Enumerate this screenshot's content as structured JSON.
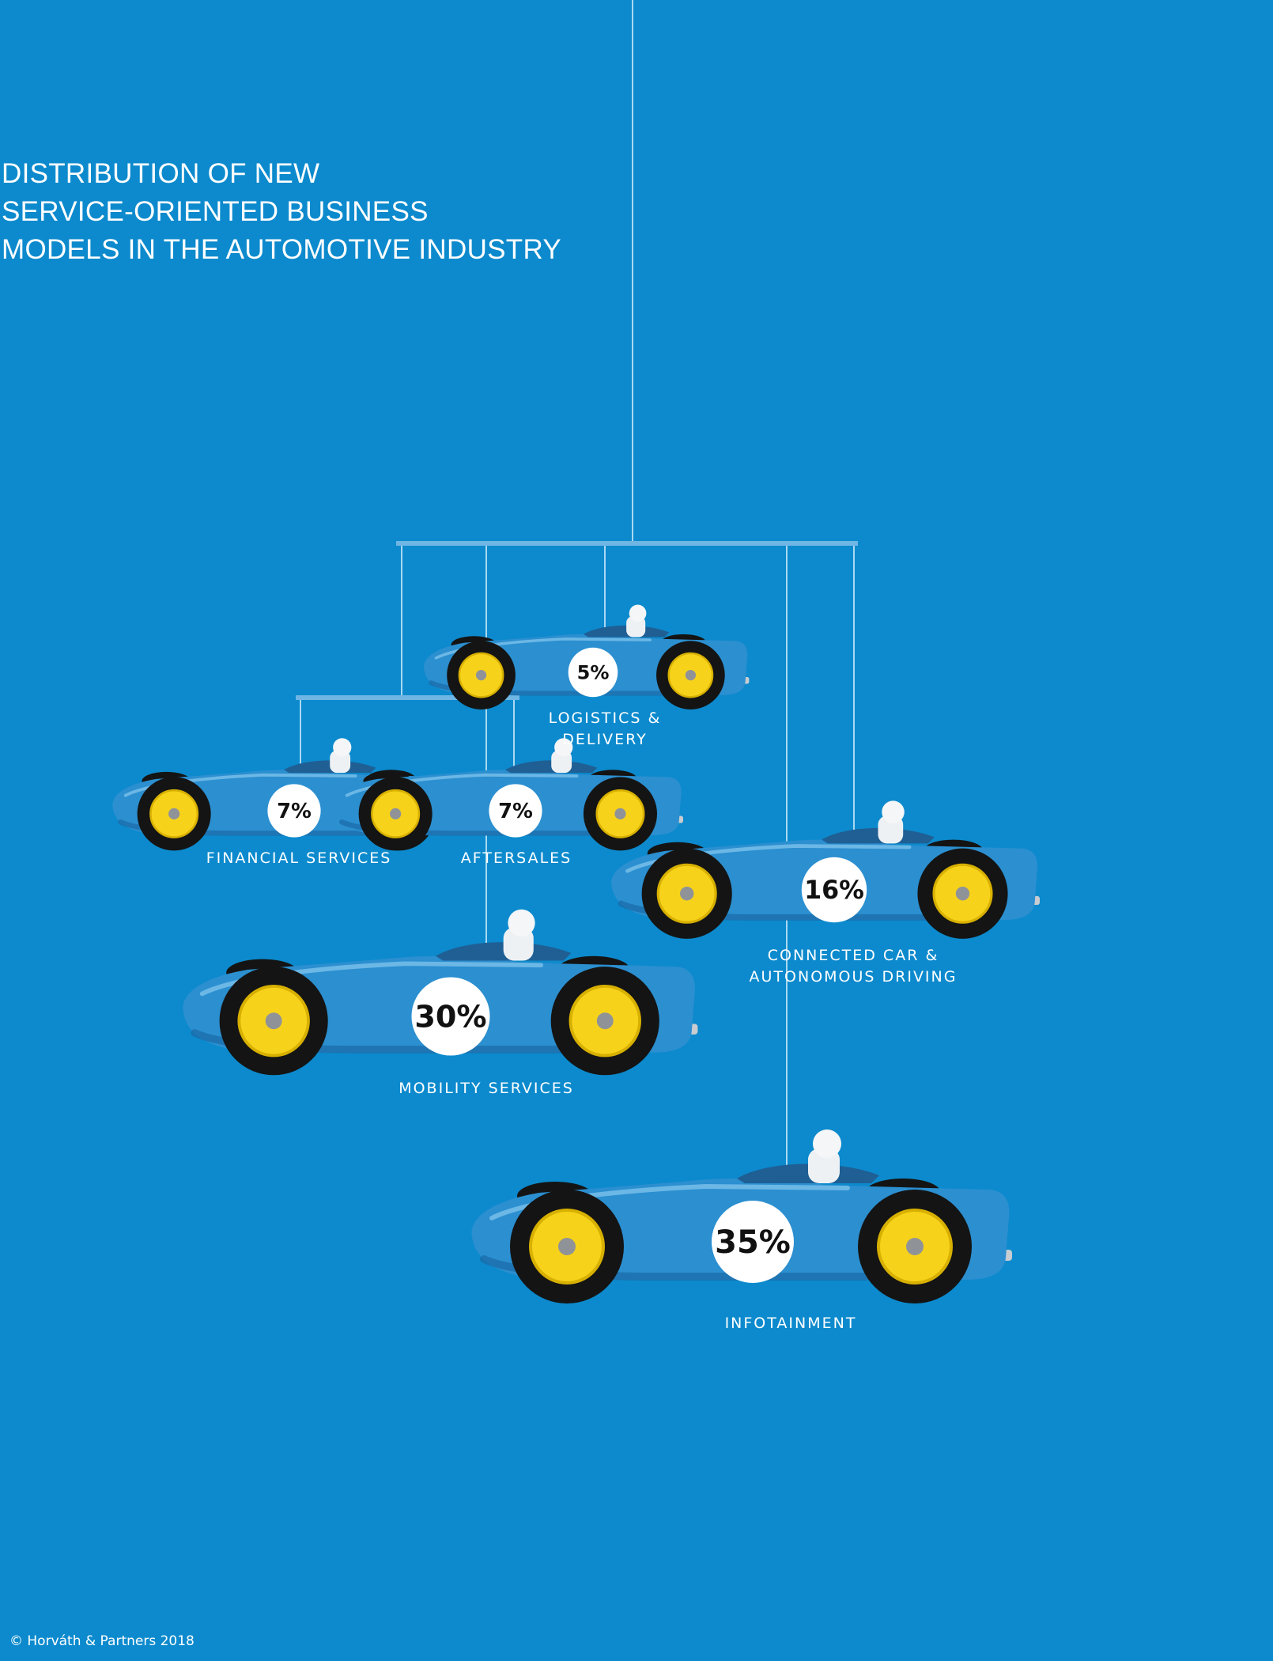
{
  "title_lines": [
    "DISTRIBUTION OF NEW",
    "SERVICE-ORIENTED BUSINESS",
    "MODELS IN THE AUTOMOTIVE INDUSTRY"
  ],
  "copyright": "© Horváth & Partners 2018",
  "colors": {
    "background": "#0c8acd",
    "car_body": "#2b8fd0",
    "wheel_hub": "#f7d21a",
    "tire": "#141414",
    "badge": "#ffffff",
    "string": "#a9d8f2"
  },
  "chart_data": {
    "type": "pie",
    "categories": [
      "Logistics & Delivery",
      "Financial Services",
      "Aftersales",
      "Connected Car & Autonomous Driving",
      "Mobility Services",
      "Infotainment"
    ],
    "values": [
      5,
      7,
      7,
      16,
      30,
      35
    ],
    "unit": "%",
    "items": [
      {
        "key": "logistics",
        "label_lines": [
          "LOGISTICS &",
          "DELIVERY"
        ],
        "value": 5,
        "value_label": "5%"
      },
      {
        "key": "financial",
        "label_lines": [
          "FINANCIAL SERVICES"
        ],
        "value": 7,
        "value_label": "7%"
      },
      {
        "key": "aftersales",
        "label_lines": [
          "AFTERSALES"
        ],
        "value": 7,
        "value_label": "7%"
      },
      {
        "key": "connected",
        "label_lines": [
          "CONNECTED CAR &",
          "AUTONOMOUS DRIVING"
        ],
        "value": 16,
        "value_label": "16%"
      },
      {
        "key": "mobility",
        "label_lines": [
          "MOBILITY SERVICES"
        ],
        "value": 30,
        "value_label": "30%"
      },
      {
        "key": "infotainment",
        "label_lines": [
          "INFOTAINMENT"
        ],
        "value": 35,
        "value_label": "35%"
      }
    ]
  }
}
